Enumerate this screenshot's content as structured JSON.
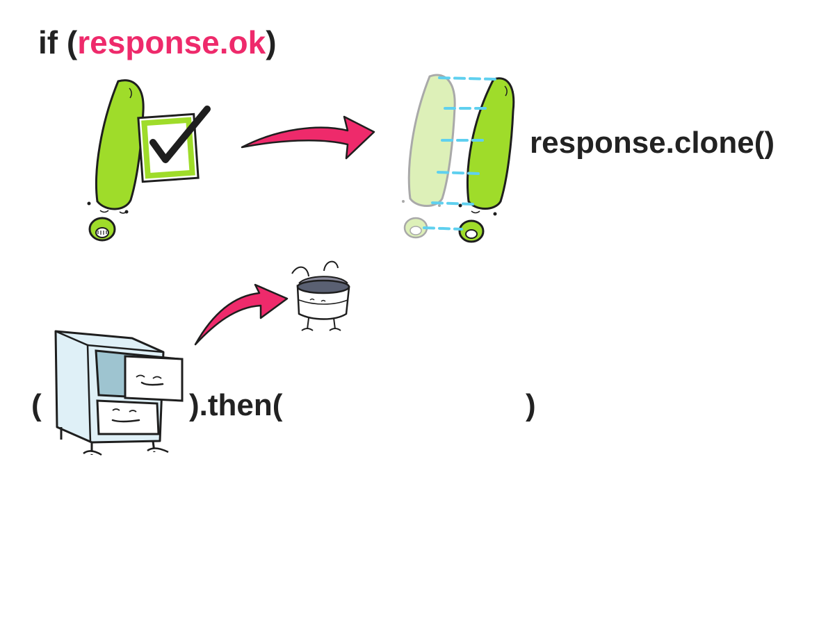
{
  "title": {
    "prefix": "if (",
    "condition": "response.ok",
    "suffix": ")"
  },
  "clone_label": "response.clone()",
  "then_line": {
    "open_paren": "(",
    "then_text": ").then(",
    "close_paren": ")"
  },
  "colors": {
    "accent": "#ee2a6b",
    "text": "#222222",
    "green": "#9fdc2a",
    "ghost_green": "#ddf0b8",
    "dashes": "#5fd0ef",
    "cabinet": "#dff0f7",
    "drawer_open": "#9ec4d0"
  },
  "icons": {
    "exclamation": "exclamation-mark-character",
    "checkbox": "check-icon",
    "arrow": "curved-arrow",
    "clone": "cloned-exclamation-character",
    "cabinet": "filing-cabinet-character",
    "can": "open-can-character"
  }
}
